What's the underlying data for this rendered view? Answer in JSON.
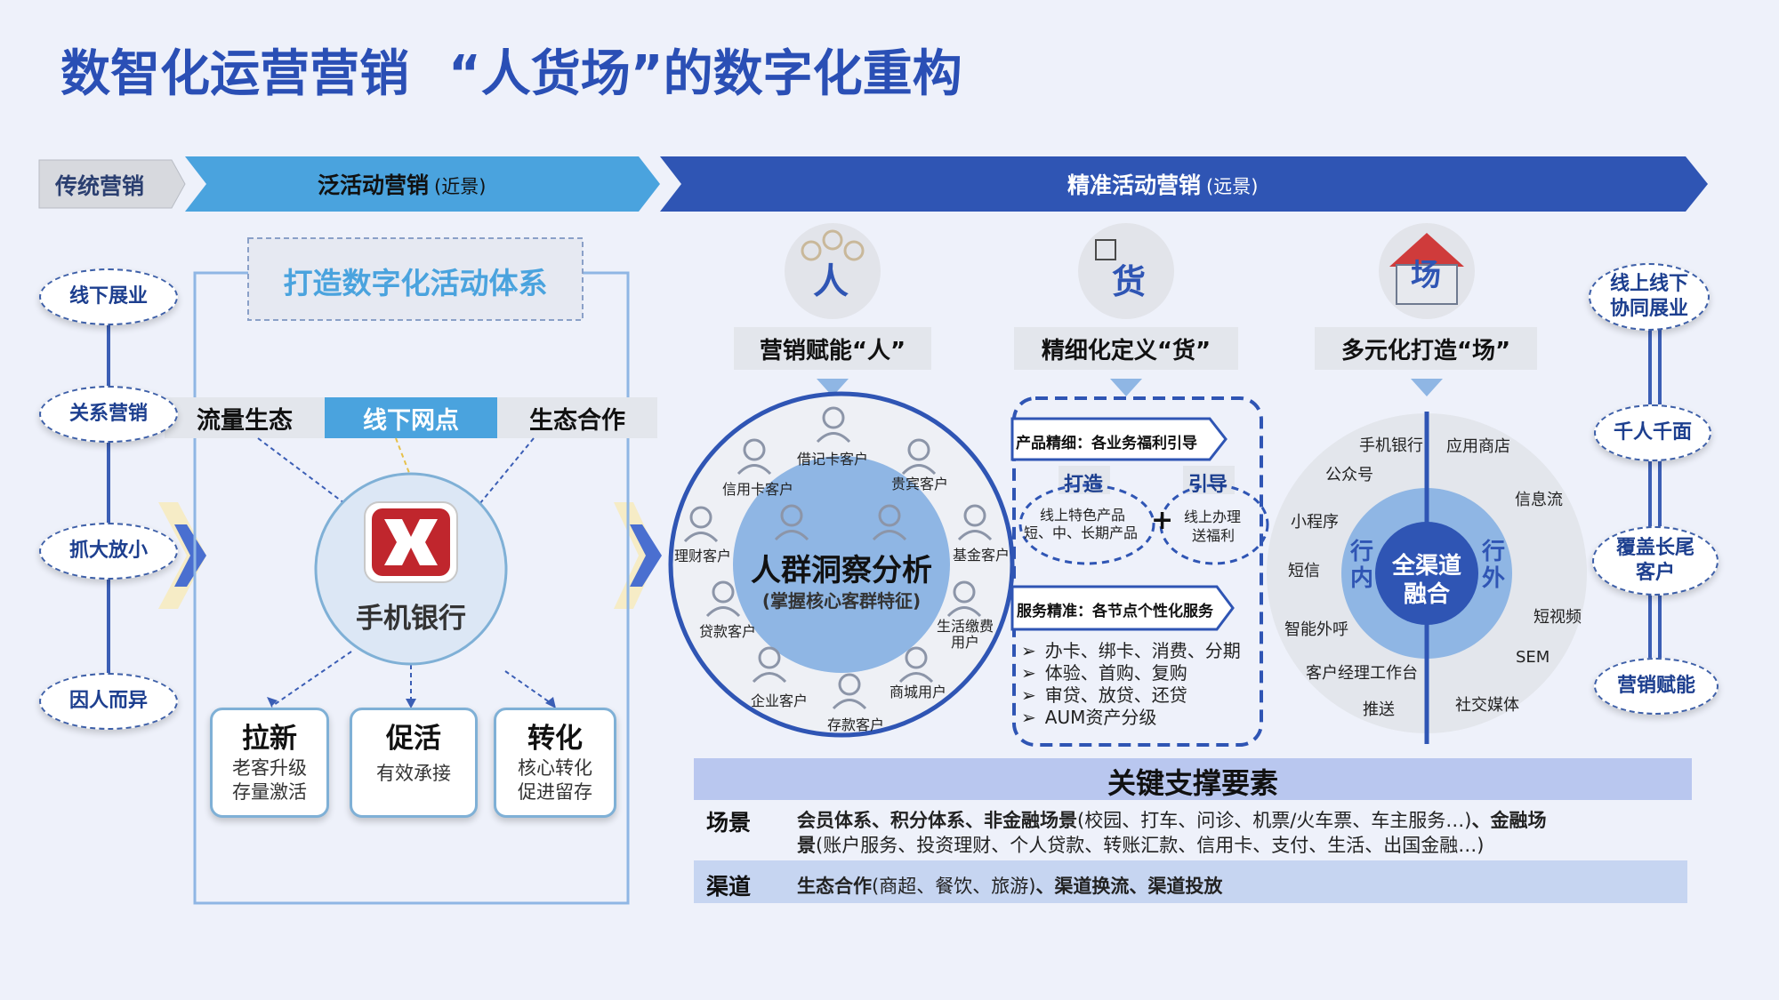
{
  "title": {
    "main": "数智化运营营销",
    "sub": "“人货场”的数字化重构"
  },
  "stages": {
    "traditional": "传统营销",
    "broad": "泛活动营销",
    "broad_note": "(近景)",
    "precise": "精准活动营销",
    "precise_note": "(远景)"
  },
  "left_pills": [
    "线下展业",
    "关系营销",
    "抓大放小",
    "因人而异"
  ],
  "activity": {
    "heading": "打造数字化活动体系",
    "tabs": [
      "流量生态",
      "线下网点",
      "生态合作"
    ],
    "center": "手机银行",
    "boxes": [
      {
        "title": "拉新",
        "lines": [
          "老客升级",
          "存量激活"
        ]
      },
      {
        "title": "促活",
        "lines": [
          "有效承接"
        ]
      },
      {
        "title": "转化",
        "lines": [
          "核心转化",
          "促进留存"
        ]
      }
    ]
  },
  "people": {
    "icon_char": "人",
    "label": "营销赋能“人”",
    "center_title": "人群洞察分析",
    "center_sub": "(掌握核心客群特征)",
    "segments": [
      "借记卡客户",
      "贵宾客户",
      "基金客户",
      "生活缴费用户",
      "商城用户",
      "存款客户",
      "企业客户",
      "贷款客户",
      "理财客户",
      "信用卡客户"
    ]
  },
  "goods": {
    "icon_char": "货",
    "label": "精细化定义“货”",
    "product_banner": "产品精细：各业务福利引导",
    "make": {
      "tag": "打造",
      "lines": [
        "线上特色产品",
        "短、中、长期产品"
      ]
    },
    "guide": {
      "tag": "引导",
      "lines": [
        "线上办理",
        "送福利"
      ]
    },
    "plus": "+",
    "service_banner": "服务精准：各节点个性化服务",
    "bullets": [
      "办卡、绑卡、消费、分期",
      "体验、首购、复购",
      "审贷、放贷、还贷",
      "AUM资产分级"
    ],
    "bullet_mark": "➢"
  },
  "scene": {
    "icon_char": "场",
    "label": "多元化打造“场”",
    "inner_left": "行内",
    "inner_right": "行外",
    "center": [
      "全渠道",
      "融合"
    ],
    "left_channels": [
      "手机银行",
      "公众号",
      "小程序",
      "短信",
      "智能外呼",
      "客户经理工作台",
      "推送"
    ],
    "right_channels": [
      "应用商店",
      "信息流",
      "短视频",
      "SEM",
      "社交媒体"
    ]
  },
  "right_pills": [
    "线上线下协同展业",
    "千人千面",
    "覆盖长尾客户",
    "营销赋能"
  ],
  "support": {
    "title": "关键支撑要素",
    "rows": [
      {
        "label": "场景",
        "line1_a": "会员体系、积分体系、非金融场景",
        "line1_b": "(校园、打车、问诊、机票/火车票、车主服务…)",
        "line1_c": "、金融场",
        "line2_a": "景",
        "line2_b": "(账户服务、投资理财、个人贷款、转账汇款、信用卡、支付、生活、出国金融…)"
      },
      {
        "label": "渠道",
        "a": "生态合作",
        "b": "(商超、餐饮、旅游)",
        "c": "、渠道换流、渠道投放"
      }
    ]
  },
  "colors": {
    "title_blue": "#2a4fb5",
    "dark_blue": "#2f55b4",
    "mid_blue": "#4aa3de",
    "light_blue": "#8fb6e4",
    "pale_blue": "#c6d5f1",
    "gray": "#e3e6ec"
  }
}
